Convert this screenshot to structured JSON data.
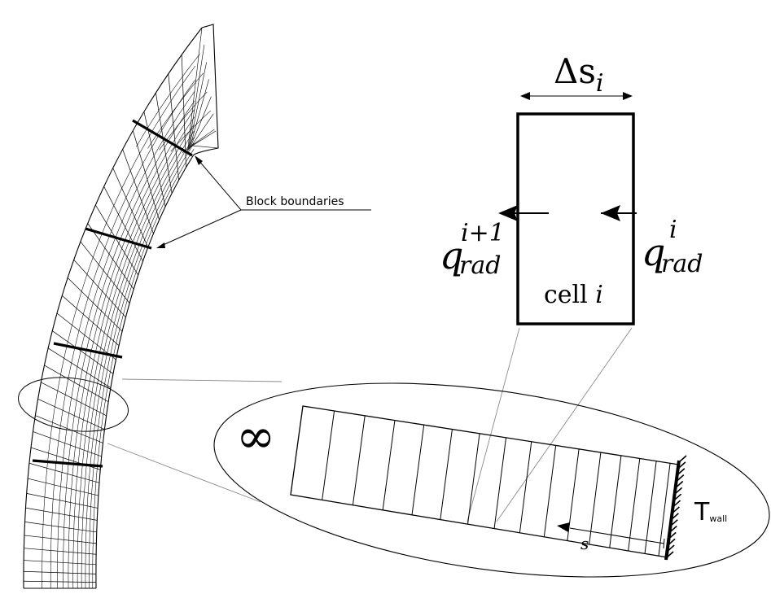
{
  "annotations": {
    "block_boundaries": "Block boundaries",
    "delta_s": "Δs",
    "delta_s_sub": "i",
    "q_left_base": "q",
    "q_left_sup": "i+1",
    "q_left_sub": "rad",
    "q_right_base": "q",
    "q_right_sup": "i",
    "q_right_sub": "rad",
    "cell_label": "cell ",
    "cell_index": "i",
    "infinity": "∞",
    "t_wall_base": "T",
    "t_wall_sub": "wall",
    "s_label": "s"
  },
  "mesh": {
    "radial_lines": 34,
    "block_boundary_count": 4,
    "strip_cells": 16
  },
  "colors": {
    "stroke": "#000000",
    "guide": "#8a8a8a",
    "background": "#ffffff"
  }
}
